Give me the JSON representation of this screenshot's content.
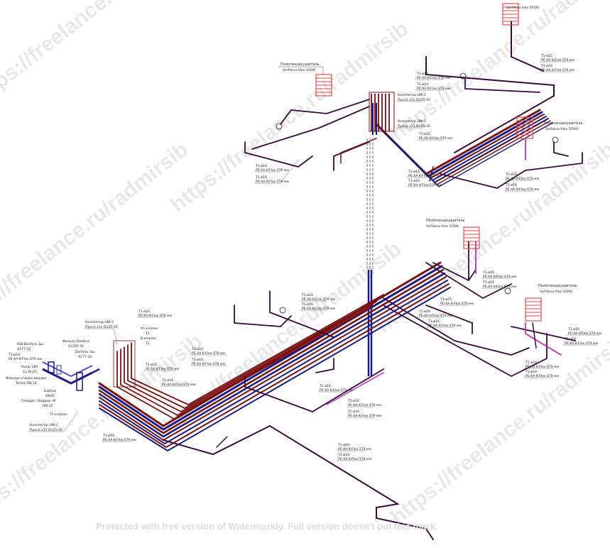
{
  "watermark": {
    "text": "https://freelance.ru/radmirsib",
    "footer": "Protected with free version of Watermarkly. Full version doesn't put this mark."
  },
  "colors": {
    "supply": "#7a1010",
    "return": "#1a1a8a",
    "pipe_dark": "#3a0a3a",
    "radiator": "#e64a4a",
    "riser_gray": "#888888",
    "magenta": "#c030c0"
  },
  "labels": {
    "radiator_caption_1": "Полотенцесушитель",
    "radiator_caption_2": "Sarfaksa Alex 5/500",
    "pipe_t16": "T1-ø16",
    "pipe_t25": "T1-ø25",
    "pipe_pex": "PE-XA K-Flex ST9 мм",
    "collector_1": "Коллектор UNI-C",
    "collector_2": "Пресо x11 Dn25-16",
    "filter_1": "Фильтр Danfoss",
    "filter_2": "X222F-32",
    "valve_1": "КШ Danfoss 3ш.",
    "valve_2": "X277-32",
    "ball_1": "Danfoss 3ш.",
    "ball_2": "X277-32",
    "pump_1": "Pump 180",
    "pump_2": "Cu Dn25",
    "flange_1": "Фланцы отвода водами",
    "flange_2": "Termo DN 32",
    "bypass_1": "Байпас",
    "bypass_2": "DN32",
    "vent_1": "Сепарат. Видрор.-М",
    "vent_2": "DN 32",
    "gauge": "T1-клапан",
    "thermometer_1": "Уп.клапан",
    "thermometer_2": "T1",
    "thermometer_3": "В.клапан",
    "thermometer_4": "T1"
  }
}
